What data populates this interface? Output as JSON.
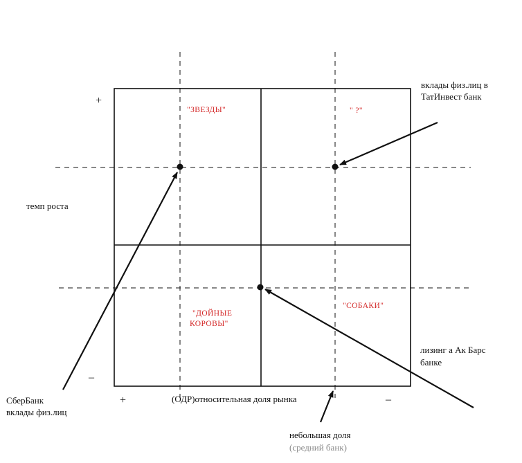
{
  "quadrants": {
    "stars": "\"ЗВЕЗДЫ\"",
    "question": "\" ?\"",
    "cows_line1": "\"ДОЙНЫЕ",
    "cows_line2": "КОРОВЫ\"",
    "dogs": "\"СОБАКИ\""
  },
  "axes": {
    "y_label": "темп роста",
    "x_label": "(ОДР)относительная доля рынка",
    "y_plus": "+",
    "y_minus": "–",
    "x_plus": "+",
    "x_minus": "–"
  },
  "annotations": {
    "tatinvest_line1": "вклады физ.лиц в",
    "tatinvest_line2": "ТатИнвест банк",
    "akbars_line1": "лизинг а Ак Барс",
    "akbars_line2": "банке",
    "sber_line1": "СберБанк",
    "sber_line2": "вклады физ.лиц",
    "small_share_line1": "небольшая доля",
    "small_share_line2": "(средний банк)"
  },
  "colors": {
    "quadrant_text": "#d42a2a",
    "line": "#111111"
  }
}
